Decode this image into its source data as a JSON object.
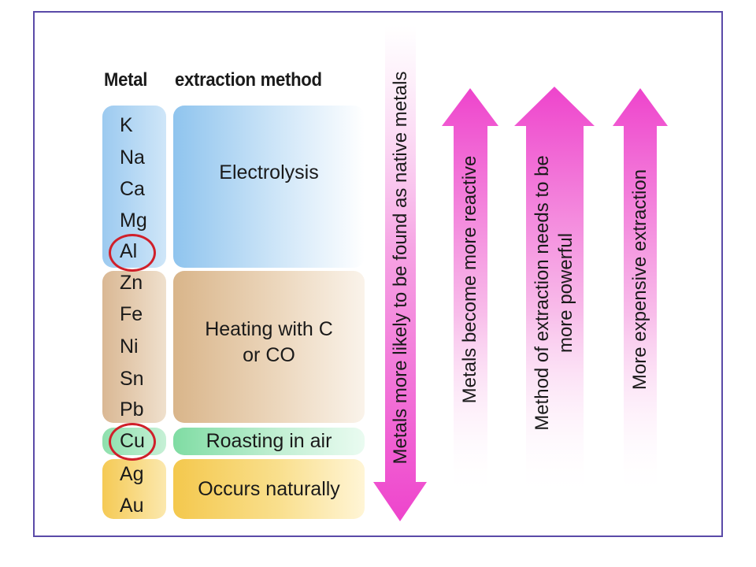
{
  "header": {
    "metal": "Metal",
    "method": "extraction method"
  },
  "metals": [
    "K",
    "Na",
    "Ca",
    "Mg",
    "Al",
    "Zn",
    "Fe",
    "Ni",
    "Sn",
    "Pb",
    "Cu",
    "Ag",
    "Au"
  ],
  "methods": {
    "electrolysis": "Electrolysis",
    "heating_line1": "Heating with C",
    "heating_line2": "or CO",
    "roasting": "Roasting in air",
    "natural": "Occurs naturally"
  },
  "arrows": {
    "native": "Metals more likely to be found as native metals",
    "reactive": "Metals become more reactive",
    "method_line1": "Method of extraction needs to be",
    "method_line2": "more powerful",
    "expensive": "More expensive extraction"
  },
  "highlighted_metals": [
    "Al",
    "Cu"
  ],
  "colors": {
    "frame": "#5a4aa8",
    "arrow": "#ee44cc",
    "circle": "#d0202a",
    "electrolysis": "#8fc4ee",
    "heating": "#d9b58a",
    "roasting": "#7fdca3",
    "natural": "#f4c84d"
  }
}
